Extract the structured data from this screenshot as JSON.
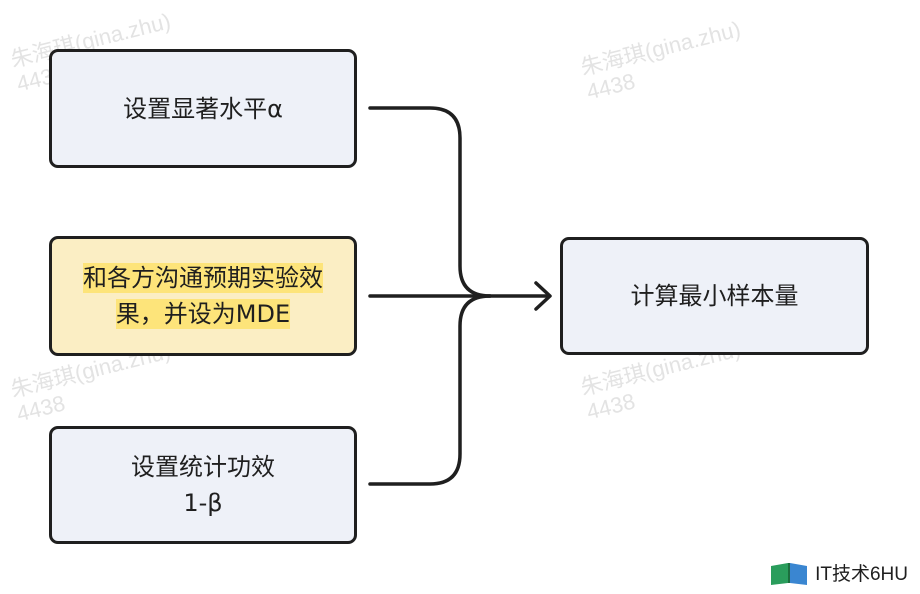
{
  "diagram": {
    "inputs": [
      {
        "id": "alpha",
        "lines": [
          "设置显著水平α"
        ]
      },
      {
        "id": "mde",
        "lines": [
          "和各方沟通预期实验效",
          "果，并设为MDE"
        ],
        "highlighted": true
      },
      {
        "id": "power",
        "lines": [
          "设置统计功效",
          "1-β"
        ]
      }
    ],
    "output": {
      "lines": [
        "计算最小样本量"
      ]
    }
  },
  "watermark": {
    "line1": "朱海琪(gina.zhu)",
    "line2": "4438"
  },
  "brand": {
    "text": "IT技术6HU",
    "icon": "book-logo-icon"
  },
  "colors": {
    "box_fill": "#eef1f8",
    "highlight_box_fill": "#fbeec4",
    "text_highlight": "#fde47a",
    "stroke": "#1f1f1f"
  }
}
